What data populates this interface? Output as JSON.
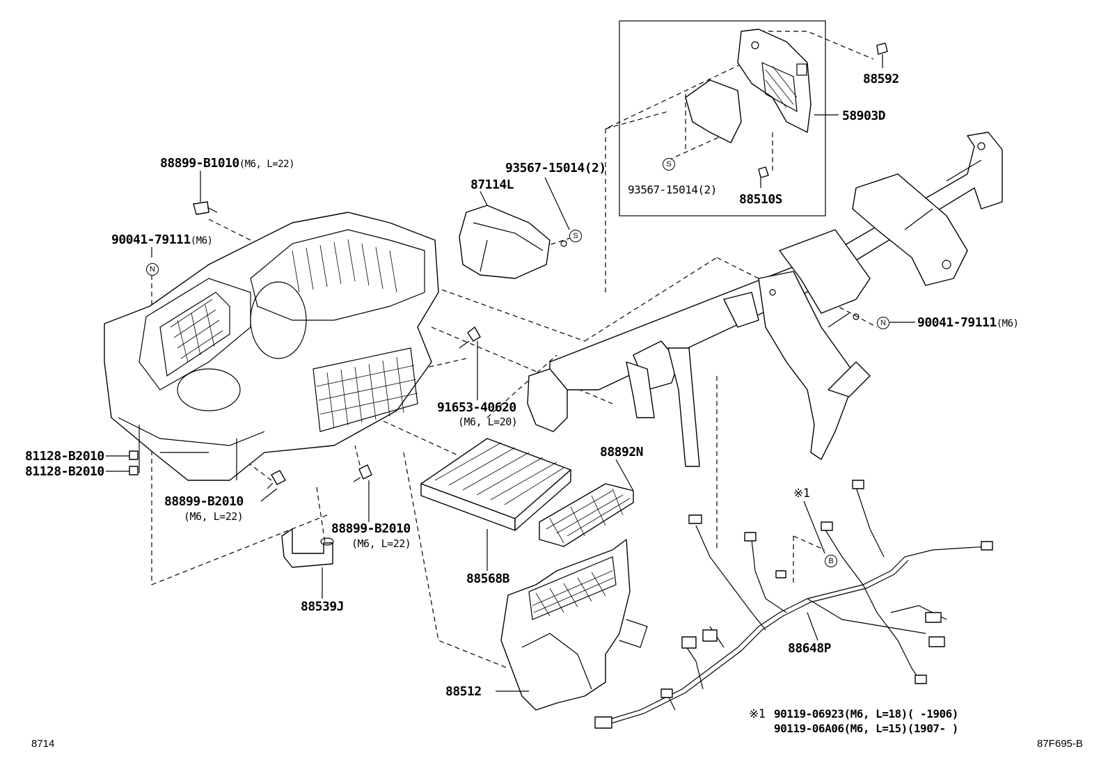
{
  "diagram": {
    "corner_left": "8714",
    "corner_right": "87F695-B",
    "labels": {
      "p88899_b1010": "88899-B1010",
      "p88899_b1010_spec": "(M6, L=22)",
      "p90041_left": "90041-79111",
      "p90041_left_spec": "(M6)",
      "p87114l": "87114L",
      "p93567_top": "93567-15014(2)",
      "p93567_box": "93567-15014(2)",
      "p88510s": "88510S",
      "p88592": "88592",
      "p58903d": "58903D",
      "p90041_right": "90041-79111",
      "p90041_right_spec": "(M6)",
      "p91653": "91653-40620",
      "p91653_spec": "(M6, L=20)",
      "p81128_a": "81128-B2010",
      "p81128_b": "81128-B2010",
      "p88899_b2010_a": "88899-B2010",
      "p88899_b2010_a_spec": "(M6, L=22)",
      "p88899_b2010_b": "88899-B2010",
      "p88899_b2010_b_spec": "(M6, L=22)",
      "p88892n": "88892N",
      "p88568b": "88568B",
      "p88539j": "88539J",
      "p88512": "88512",
      "p88648p": "88648P",
      "ref_mark": "※1",
      "note_mark": "※1",
      "note_line1": "90119-06923(M6, L=18)(       -1906)",
      "note_line2": "90119-06A06(M6, L=15)(1907-       )"
    },
    "symbols": {
      "n": "N",
      "s": "S",
      "b": "B"
    }
  }
}
